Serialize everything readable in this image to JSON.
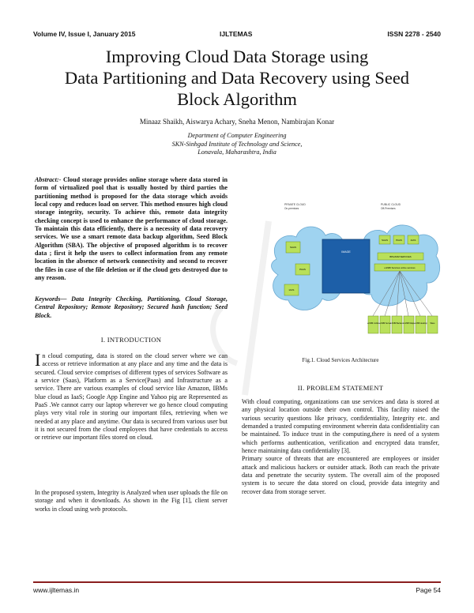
{
  "header": {
    "volume": "Volume IV, Issue I, January 2015",
    "journal": "IJLTEMAS",
    "issn": "ISSN 2278 - 2540"
  },
  "title": {
    "line1": "Improving Cloud Data Storage using",
    "line2": "Data Partitioning and Data Recovery using Seed",
    "line3": "Block Algorithm"
  },
  "authors": "Minaaz Shaikh, Aiswarya Achary, Sneha Menon, Nambirajan Konar",
  "affiliation": {
    "line1": "Department of Computer Engineering",
    "line2": "SKN-Sinhgad Institute of Technology and Science,",
    "line3": "Lonavala, Maharashtra, India"
  },
  "abstract": {
    "label": "Abstract:-",
    "text": " Cloud storage provides online storage where data stored in form of virtualized pool that is usually hosted by third parties the partitioning method is proposed for the data storage which avoids local copy and reduces load on server. This method ensures high cloud storage integrity, security. To achieve this, remote data integrity checking concept is used to enhance the performance of cloud storage. To maintain this data efficiently, there is a necessity of data recovery services. We use a smart remote data backup algorithm, Seed Block Algorithm (SBA). The objective of proposed algorithm is to recover data ; first it help the users to collect information from any remote location in the absence of network connectivity and second to recover the files in case of the file deletion or if the cloud gets destroyed due to any reason."
  },
  "keywords": {
    "label": "Keywords—",
    "text": " Data Integrity Checking, Partitioning, Cloud Storage, Central Repository; Remote Repository; Secured hash function; Seed Block."
  },
  "section1": {
    "heading": "I.    INTRODUCTION",
    "dropcap": "I",
    "para1": "n cloud computing, data is stored on the cloud server where we can access or retrieve information at any place and any time and the data is secured. Cloud service comprises of different types of services Software as a service (Saas), Platform as a Service(Paas) and Infrastructure as a service. There are various examples of cloud service like Amazon, IBMs blue cloud as IaaS; Google App Engine and Yahoo pig are Represented as PaaS .We cannot carry our laptop wherever we go hence cloud computing plays very vital role in storing our important files, retrieving when we needed at any place and anytime. Our data is secured from various user but it is not secured from the cloud employees that have credentials to access or retrieve our important files stored on cloud.",
    "para2": "In the proposed system, Integrity is Analyzed when user uploads the file on storage and when it downloads. As shown in the Fig [1], client server works in cloud using web protocols."
  },
  "figure": {
    "private_cloud": "PRIVATE CLOUD",
    "private_sub": "On-premises",
    "public_cloud": "PUBLIC CLOUD",
    "public_sub": "Off-Premises",
    "center": "IMAGE",
    "saas": "SAAS",
    "paas": "PAAS",
    "iaas": "IAAS",
    "bpa": "BPA/ANM SERVICES",
    "online": "entSBI Services online services",
    "clients": [
      "entSBI mobile",
      "entSBI Server",
      "entSBI Backend",
      "entSBI Maps",
      "entSBI desktop",
      "Wave"
    ],
    "caption": "Fig.1. Cloud Services Architecture"
  },
  "section2": {
    "heading": "II.    PROBLEM STATEMENT",
    "para1": "With cloud computing, organizations can use services and data is stored at any physical location outside their own control. This facility raised the various security questions like privacy, confidentiality, Integrity etc. and demanded a trusted computing environment wherein data confidentiality can be maintained. To induce trust in the computing,there is need of a system which performs authentication, verification and encrypted data transfer, hence maintaining data confidentiality [3].",
    "para2": "Primary source of threats that are encountered are employees or insider attack and malicious hackers or outsider attack. Both can reach the private data and penetrate the security system. The overall aim of the proposed system is to secure the data stored on cloud, provide data integrity and recover data from storage server."
  },
  "footer": {
    "url": "www.ijltemas.in",
    "page": "Page 54"
  },
  "colors": {
    "footer_rule": "#8a1e1e",
    "cloud_blue": "#9fd3f0",
    "center_blue": "#1d5fa8",
    "box_green": "#b9e05a"
  }
}
